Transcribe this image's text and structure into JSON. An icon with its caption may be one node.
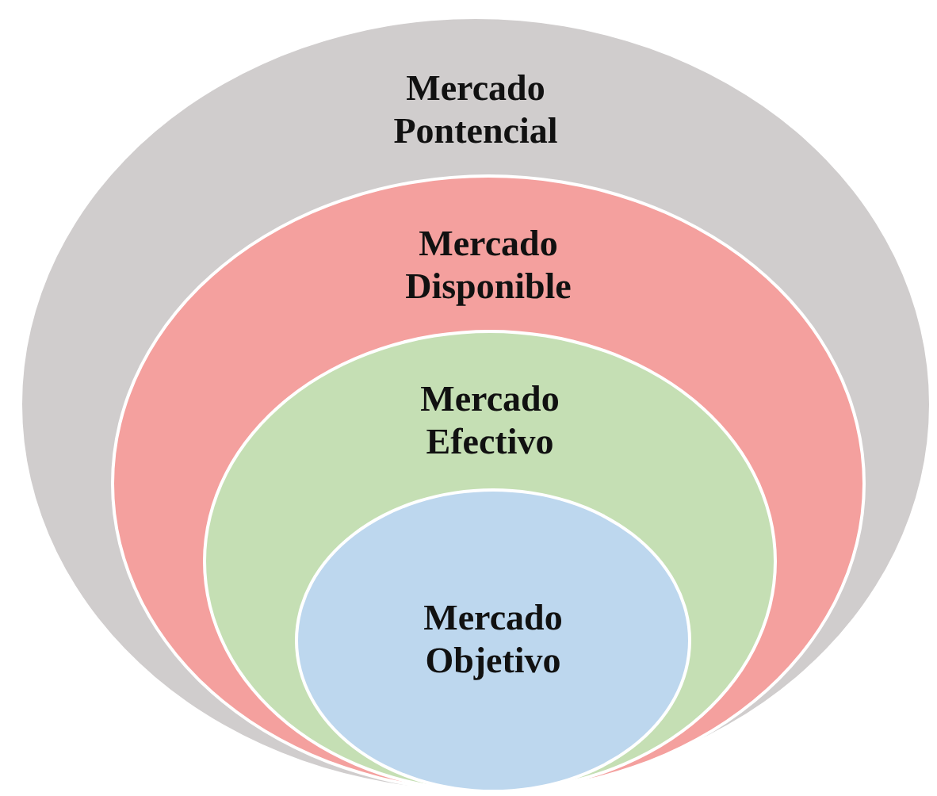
{
  "diagram": {
    "nodes": [
      {
        "text": [
          "Mercado Pontencial"
        ]
      },
      {
        "text": [
          "Mercado Disponible"
        ],
        "in": 0
      },
      {
        "text": [
          "Mercado Efectivo"
        ],
        "in": 1
      },
      {
        "text": [
          "Mercado Objetivo"
        ],
        "in": 2
      }
    ],
    "edges": []
  }
}
